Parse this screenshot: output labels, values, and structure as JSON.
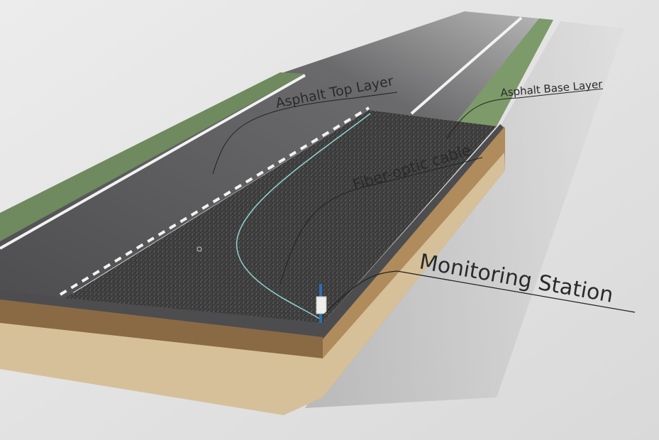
{
  "labels": {
    "asphalt_top": "Asphalt Top Layer",
    "asphalt_base": "Asphalt Base Layer",
    "fiber_cable": "Fiber-optic cable",
    "monitoring_station": "Monitoring Station"
  },
  "colors": {
    "background": "#e3e3e3",
    "asphalt_top": "#5a5a5c",
    "asphalt_base": "#3a3a3a",
    "grass": "#6f8a5e",
    "sand": "#8a6a44",
    "beige": "#d6c09a",
    "cable": "#8fd3d0"
  }
}
